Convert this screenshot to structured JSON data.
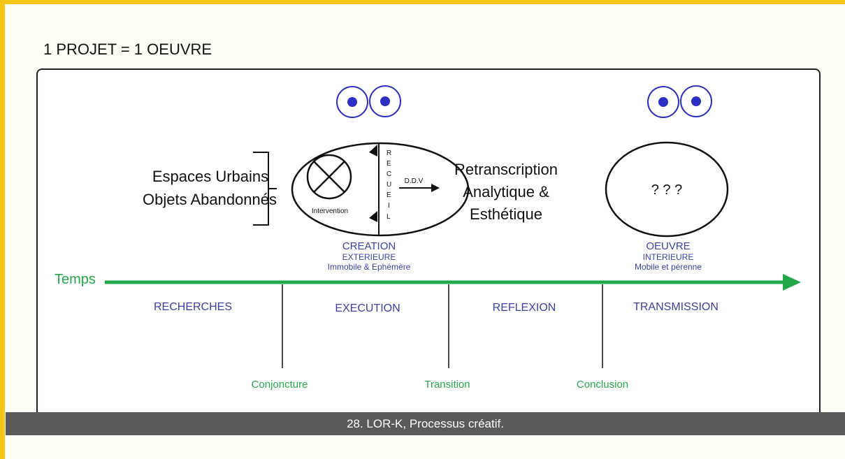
{
  "title": "1 PROJET = 1 OEUVRE",
  "left_labels": [
    "Espaces Urbains",
    "Objets Abandonnés"
  ],
  "circle_left": {
    "intervention": "Intervention",
    "recueil_letters": [
      "R",
      "E",
      "C",
      "U",
      "E",
      "I",
      "L"
    ],
    "arrow_label": "D.D.V"
  },
  "middle_text": [
    "Retranscription",
    "Analytique &",
    "Esthétique"
  ],
  "circle_right": {
    "text": "? ? ?"
  },
  "creation": {
    "title": "CREATION",
    "sub": "EXTERIEURE",
    "detail": "Immobile & Ephémère"
  },
  "oeuvre": {
    "title": "OEUVRE",
    "sub": "INTERIEURE",
    "detail": "Mobile et pérenne"
  },
  "timeline_label": "Temps",
  "phases": [
    "RECHERCHES",
    "EXECUTION",
    "REFLEXION",
    "TRANSMISSION"
  ],
  "milestones": [
    "Conjoncture",
    "Transition",
    "Conclusion"
  ],
  "caption": "28. LOR-K, Processus créatif.",
  "colors": {
    "frame": "#f5c518",
    "blue": "#3b3fa8",
    "green": "#23a84a",
    "eye": "#2b2fc4"
  }
}
